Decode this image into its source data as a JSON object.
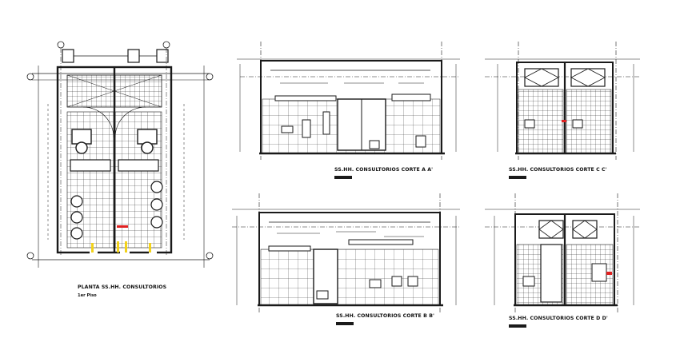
{
  "drawing": {
    "views": [
      {
        "id": "plan",
        "title": "PLANTA SS.HH. CONSULTORIOS",
        "subtitle": "1er Piso"
      },
      {
        "id": "section-aa",
        "title": "SS.HH. CONSULTORIOS CORTE A  A'"
      },
      {
        "id": "section-cc",
        "title": "SS.HH. CONSULTORIOS CORTE  C  C'"
      },
      {
        "id": "section-bb",
        "title": "SS.HH. CONSULTORIOS CORTE  B  B'"
      },
      {
        "id": "section-dd",
        "title": "SS.HH. CONSULTORIOS CORTE  D  D'"
      }
    ],
    "colors": {
      "line": "#1a1a1a",
      "accent_yellow": "#f2d21b",
      "accent_red": "#e02020"
    }
  }
}
